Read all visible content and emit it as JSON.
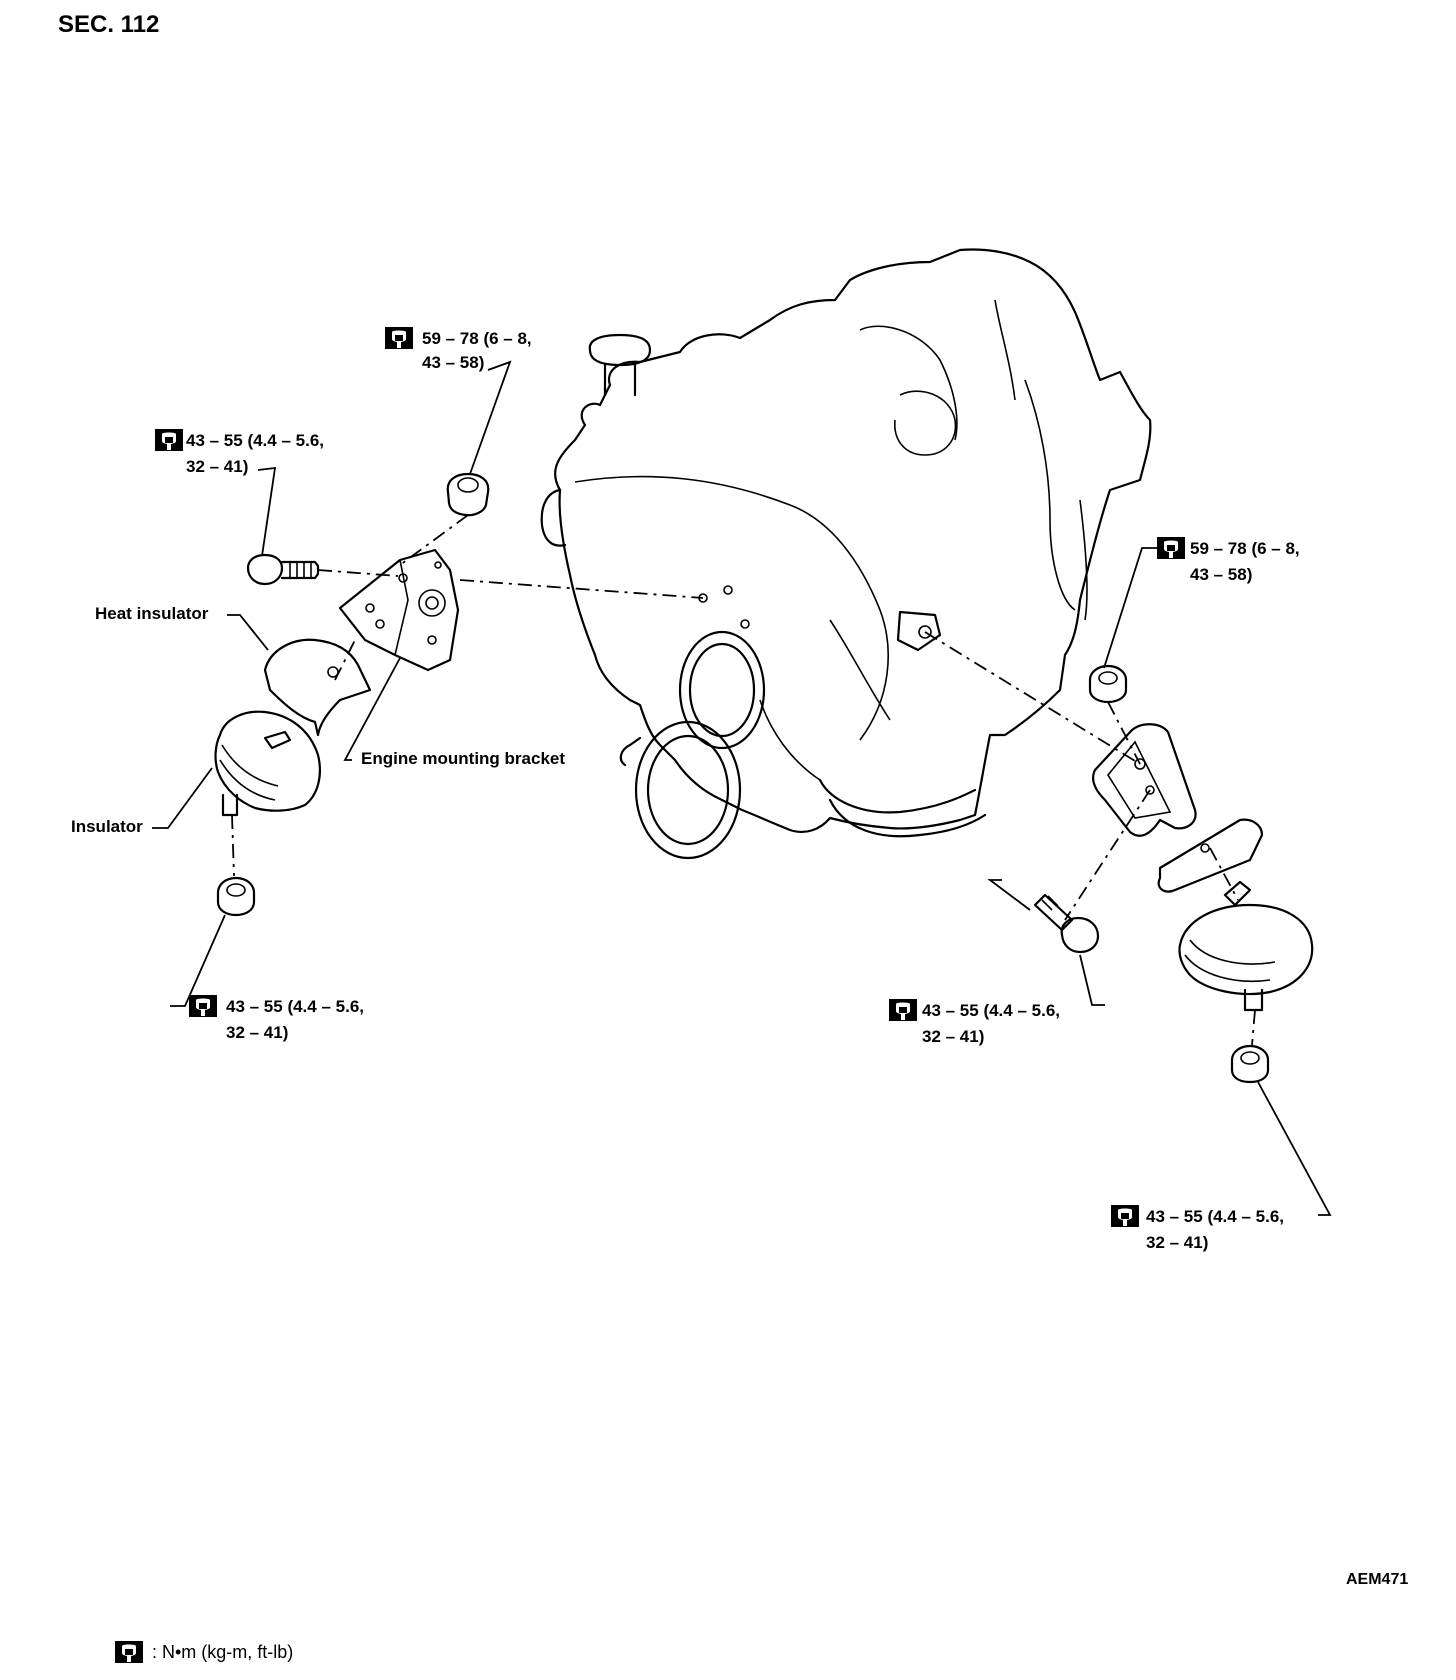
{
  "section": "SEC. 112",
  "figure_code": "AEM471",
  "legend": {
    "icon": "torque-wrench-icon",
    "text": ": N•m (kg-m, ft-lb)"
  },
  "labels": {
    "heat_insulator": "Heat insulator",
    "engine_mounting_bracket": "Engine mounting bracket",
    "insulator": "Insulator"
  },
  "torque": {
    "top_nut": {
      "line1": "59 – 78 (6 – 8,",
      "line2": "43 – 58)"
    },
    "left_bolt": {
      "line1": "43 – 55 (4.4 – 5.6,",
      "line2": "32 – 41)"
    },
    "left_bottom_nut": {
      "line1": "43 – 55 (4.4 – 5.6,",
      "line2": "32 – 41)"
    },
    "right_nut": {
      "line1": "59 – 78 (6 – 8,",
      "line2": "43 – 58)"
    },
    "right_bolt": {
      "line1": "43 – 55 (4.4 – 5.6,",
      "line2": "32 – 41)"
    },
    "right_bottom_nut": {
      "line1": "43 – 55 (4.4 – 5.6,",
      "line2": "32 – 41)"
    }
  }
}
